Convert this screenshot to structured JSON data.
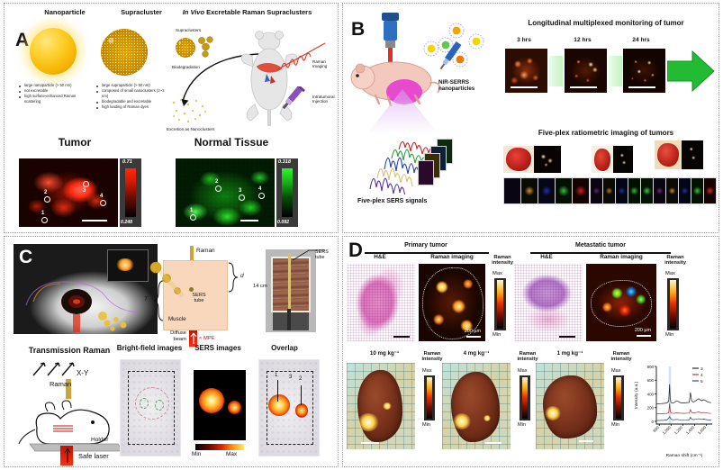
{
  "figure": {
    "panels": [
      "A",
      "B",
      "C",
      "D"
    ]
  },
  "panelA": {
    "label": "A",
    "headings": {
      "nanoparticle": "Nanoparticle",
      "supracluster": "Supracluster",
      "invivo_italic": "In Vivo",
      "invivo_rest": " Excretable Raman Supraclusters"
    },
    "nanoparticle_bullets": [
      "large nanoparticle (> 50 nm)",
      "not excretable",
      "high surface-enhanced Raman scattering"
    ],
    "supracluster_bullets": [
      "large supraparticle (> 50 nm)",
      "composed of small nanoclusters (2~3 nm)",
      "biodegradable and excretable",
      "high loading of Raman dyes"
    ],
    "schematic_labels": {
      "supraclusters": "Supraclusters",
      "biodegradation": "Biodegradation",
      "excretion": "Excretion as Nanoclusters",
      "raman_imaging": "Raman Imaging",
      "injection": "Intratumoral Injection"
    },
    "maps": {
      "tumor": {
        "title": "Tumor",
        "cbar_max": "0.71",
        "cbar_min": "0.248",
        "markers": [
          "1",
          "2",
          "3",
          "4"
        ]
      },
      "normal": {
        "title": "Normal Tissue",
        "cbar_max": "0.318",
        "cbar_min": "0.092",
        "markers": [
          "1",
          "2",
          "3",
          "4"
        ]
      }
    }
  },
  "panelB": {
    "label": "B",
    "nanoparticle_label": "NIR-SERRS nanoparticles",
    "signals_label": "Five-plex SERS signals",
    "longitudinal_title": "Longitudinal multiplexed monitoring of tumor",
    "timepoints": [
      "3 hrs",
      "12 hrs",
      "24 hrs"
    ],
    "ratiometric_title": "Five-plex ratiometric imaging of tumors"
  },
  "panelC": {
    "label": "C",
    "schematic": {
      "raman": "Raman",
      "sers_tube": "SERS tube",
      "muscle": "Muscle",
      "diffuse_beam": "Diffuse beam",
      "mpe": "< MPE",
      "depth_d": "d",
      "thickness_T": "T"
    },
    "photo": {
      "sers_tube": "SERS tube",
      "distance": "14 cm"
    },
    "transmission": {
      "title": "Transmission Raman",
      "xy": "X-Y",
      "raman": "Raman",
      "holder": "Holder",
      "safe_laser": "Safe laser"
    },
    "image_titles": [
      "Bright-field images",
      "SERS images",
      "Overlap"
    ],
    "scale": {
      "min": "Min",
      "max": "Max"
    },
    "overlap_markers": [
      "1",
      "3",
      "2"
    ]
  },
  "panelD": {
    "label": "D",
    "groups": {
      "primary": "Primary tumor",
      "metastatic": "Metastatic tumor"
    },
    "column_titles": {
      "he": "H&E",
      "raman": "Raman imaging"
    },
    "intensity": {
      "title_line1": "Raman",
      "title_line2": "intensity",
      "max": "Max",
      "min": "Min"
    },
    "scalebars": {
      "primary": "200 µm",
      "metastatic": "200 µm"
    },
    "doses": [
      "10 mg kg⁻¹",
      "4 mg kg⁻¹",
      "1 mg kg⁻¹"
    ]
  },
  "chart_data": {
    "type": "line",
    "title": "",
    "xlabel": "Raman shift (cm⁻¹)",
    "ylabel": "Intensity (a.u.)",
    "xlim": [
      750,
      1700
    ],
    "ylim": [
      -40,
      800
    ],
    "xticks": [
      "800",
      "1,000",
      "1,200",
      "1,400",
      "1,600"
    ],
    "xtick_values": [
      800,
      1000,
      1200,
      1400,
      1600
    ],
    "yticks": [
      "0",
      "200",
      "400",
      "600",
      "800"
    ],
    "ytick_values": [
      0,
      200,
      400,
      600,
      800
    ],
    "grid": false,
    "legend_position": "top-right",
    "highlight_band": [
      960,
      1000
    ],
    "series": [
      {
        "name": "3",
        "color": "#1a1a1a",
        "offset": 250,
        "x": [
          760,
          820,
          880,
          930,
          960,
          975,
          985,
          1000,
          1040,
          1100,
          1160,
          1200,
          1260,
          1310,
          1330,
          1350,
          1380,
          1420,
          1470,
          1520,
          1560,
          1620,
          1680
        ],
        "values": [
          255,
          258,
          262,
          268,
          290,
          540,
          330,
          272,
          268,
          300,
          272,
          268,
          272,
          276,
          420,
          300,
          280,
          300,
          330,
          300,
          315,
          285,
          270
        ]
      },
      {
        "name": "4",
        "color": "#9b2a2a",
        "offset": 110,
        "x": [
          760,
          820,
          880,
          930,
          960,
          975,
          985,
          1000,
          1040,
          1100,
          1160,
          1200,
          1260,
          1310,
          1330,
          1350,
          1380,
          1420,
          1470,
          1520,
          1560,
          1620,
          1680
        ],
        "values": [
          112,
          113,
          114,
          116,
          125,
          260,
          150,
          120,
          117,
          122,
          118,
          116,
          118,
          120,
          170,
          130,
          122,
          128,
          135,
          126,
          130,
          120,
          115
        ]
      },
      {
        "name": "5",
        "color": "#1a3a7a",
        "offset": 10,
        "x": [
          760,
          820,
          880,
          930,
          960,
          975,
          985,
          1000,
          1040,
          1100,
          1160,
          1200,
          1260,
          1310,
          1330,
          1350,
          1380,
          1420,
          1470,
          1520,
          1560,
          1620,
          1680
        ],
        "values": [
          12,
          14,
          16,
          22,
          45,
          70,
          52,
          30,
          22,
          28,
          20,
          18,
          20,
          24,
          60,
          34,
          24,
          30,
          38,
          28,
          32,
          22,
          16
        ]
      }
    ]
  }
}
